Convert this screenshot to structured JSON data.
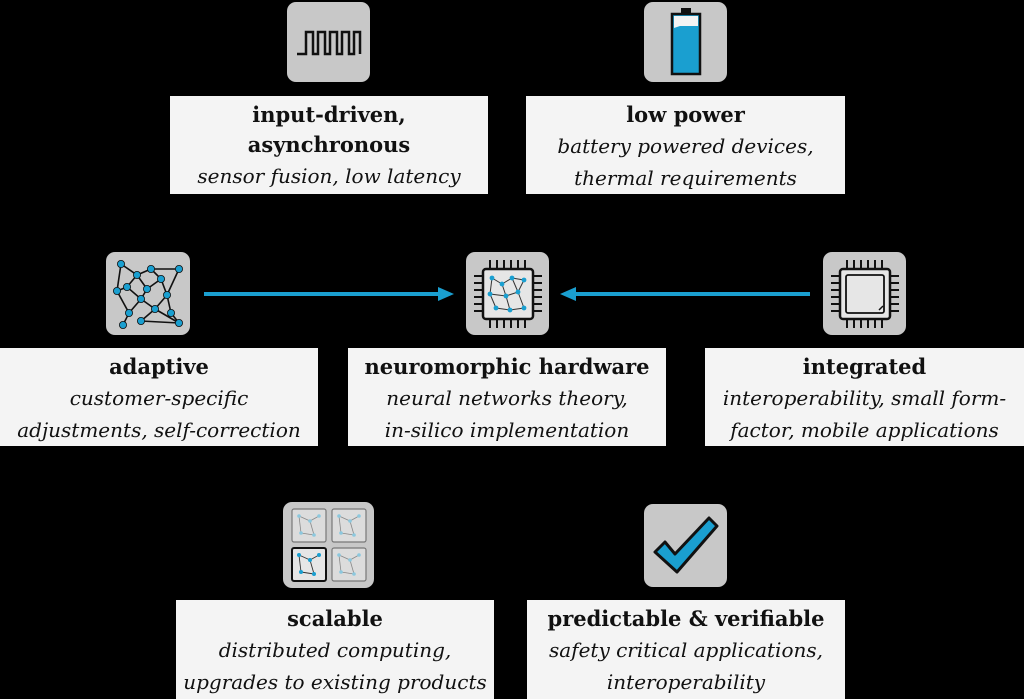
{
  "colors": {
    "background": "#000000",
    "card_background": "#f4f4f4",
    "icon_tile": "#c8c8c8",
    "accent_blue": "#1a9fd0",
    "text": "#111111"
  },
  "nodes": {
    "input_driven": {
      "icon": "square-wave-icon",
      "title_line1": "input-driven,",
      "title_line2": "asynchronous",
      "sub_line1": "sensor fusion, low latency"
    },
    "low_power": {
      "icon": "battery-icon",
      "title": "low power",
      "sub_line1": "battery powered devices,",
      "sub_line2": "thermal requirements"
    },
    "adaptive": {
      "icon": "network-graph-icon",
      "title": "adaptive",
      "sub_line1": "customer-specific",
      "sub_line2": "adjustments, self-correction"
    },
    "neuromorphic": {
      "icon": "neuromorphic-chip-icon",
      "title": "neuromorphic hardware",
      "sub_line1": "neural networks theory,",
      "sub_line2": "in-silico implementation"
    },
    "integrated": {
      "icon": "chip-icon",
      "title": "integrated",
      "sub_line1": "interoperability, small form-",
      "sub_line2": "factor, mobile applications"
    },
    "scalable": {
      "icon": "chip-array-icon",
      "title": "scalable",
      "sub_line1": "distributed computing,",
      "sub_line2": "upgrades to existing products"
    },
    "predictable": {
      "icon": "checkmark-icon",
      "title": "predictable & verifiable",
      "sub_line1": "safety critical applications,",
      "sub_line2": "interoperability"
    }
  },
  "edges": [
    {
      "from": "adaptive",
      "to": "neuromorphic"
    },
    {
      "from": "integrated",
      "to": "neuromorphic"
    }
  ]
}
